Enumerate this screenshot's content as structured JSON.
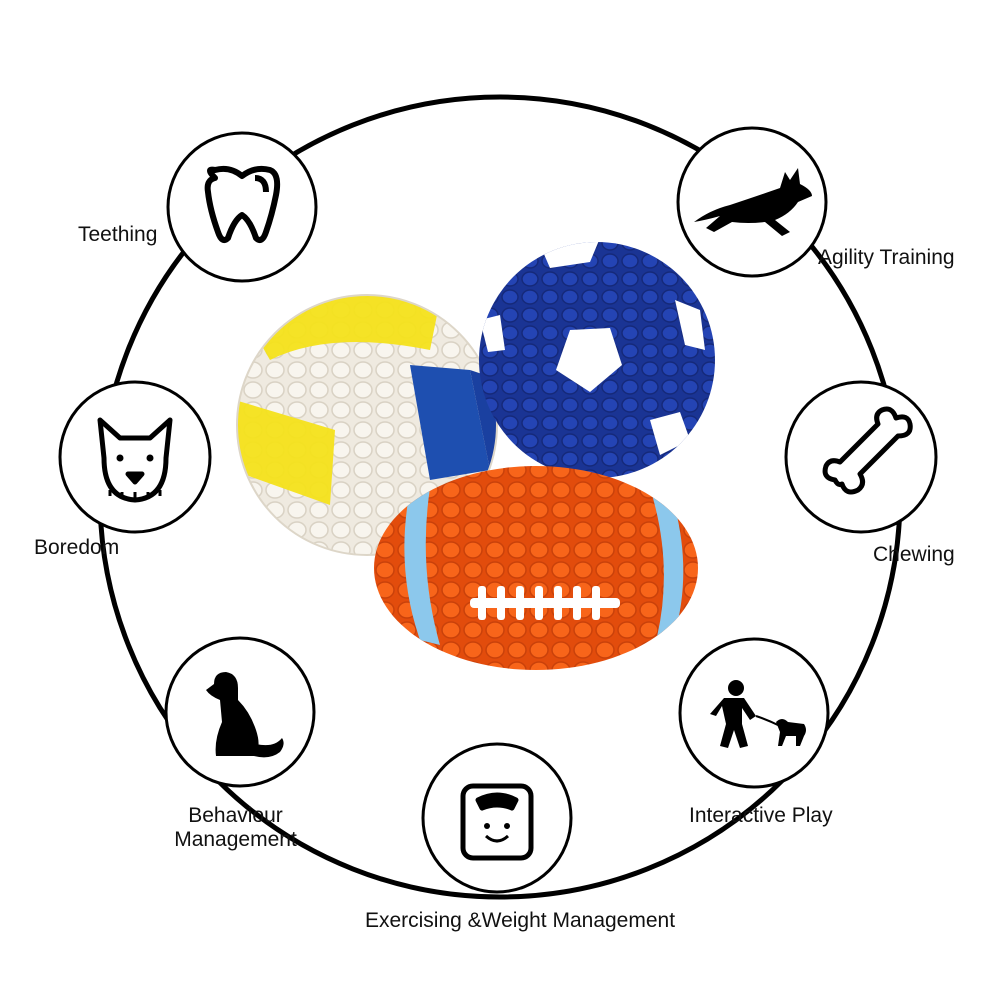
{
  "benefits": [
    {
      "label": "Teething",
      "icon": "tooth-icon"
    },
    {
      "label": "Agility Training",
      "icon": "running-dog-icon"
    },
    {
      "label": "Boredom",
      "icon": "dog-face-icon"
    },
    {
      "label": "Chewing",
      "icon": "bone-icon"
    },
    {
      "label": "Behaviour",
      "label2": "Management",
      "icon": "sitting-dog-icon"
    },
    {
      "label": "Interactive Play",
      "icon": "person-walking-dog-icon"
    },
    {
      "label": "Exercising &Weight Management",
      "icon": "weighing-scale-icon"
    }
  ],
  "product": {
    "items": [
      "volleyball-toy",
      "soccer-ball-toy",
      "football-toy"
    ]
  },
  "colors": {
    "ring": "#000000",
    "volleyball_white": "#f1ede4",
    "volleyball_yellow": "#f4e21a",
    "volleyball_blue": "#1e4fb0",
    "soccer_blue": "#1f3ca6",
    "soccer_white": "#ffffff",
    "football_orange": "#f25a12",
    "football_stripe": "#8cc8ec"
  }
}
